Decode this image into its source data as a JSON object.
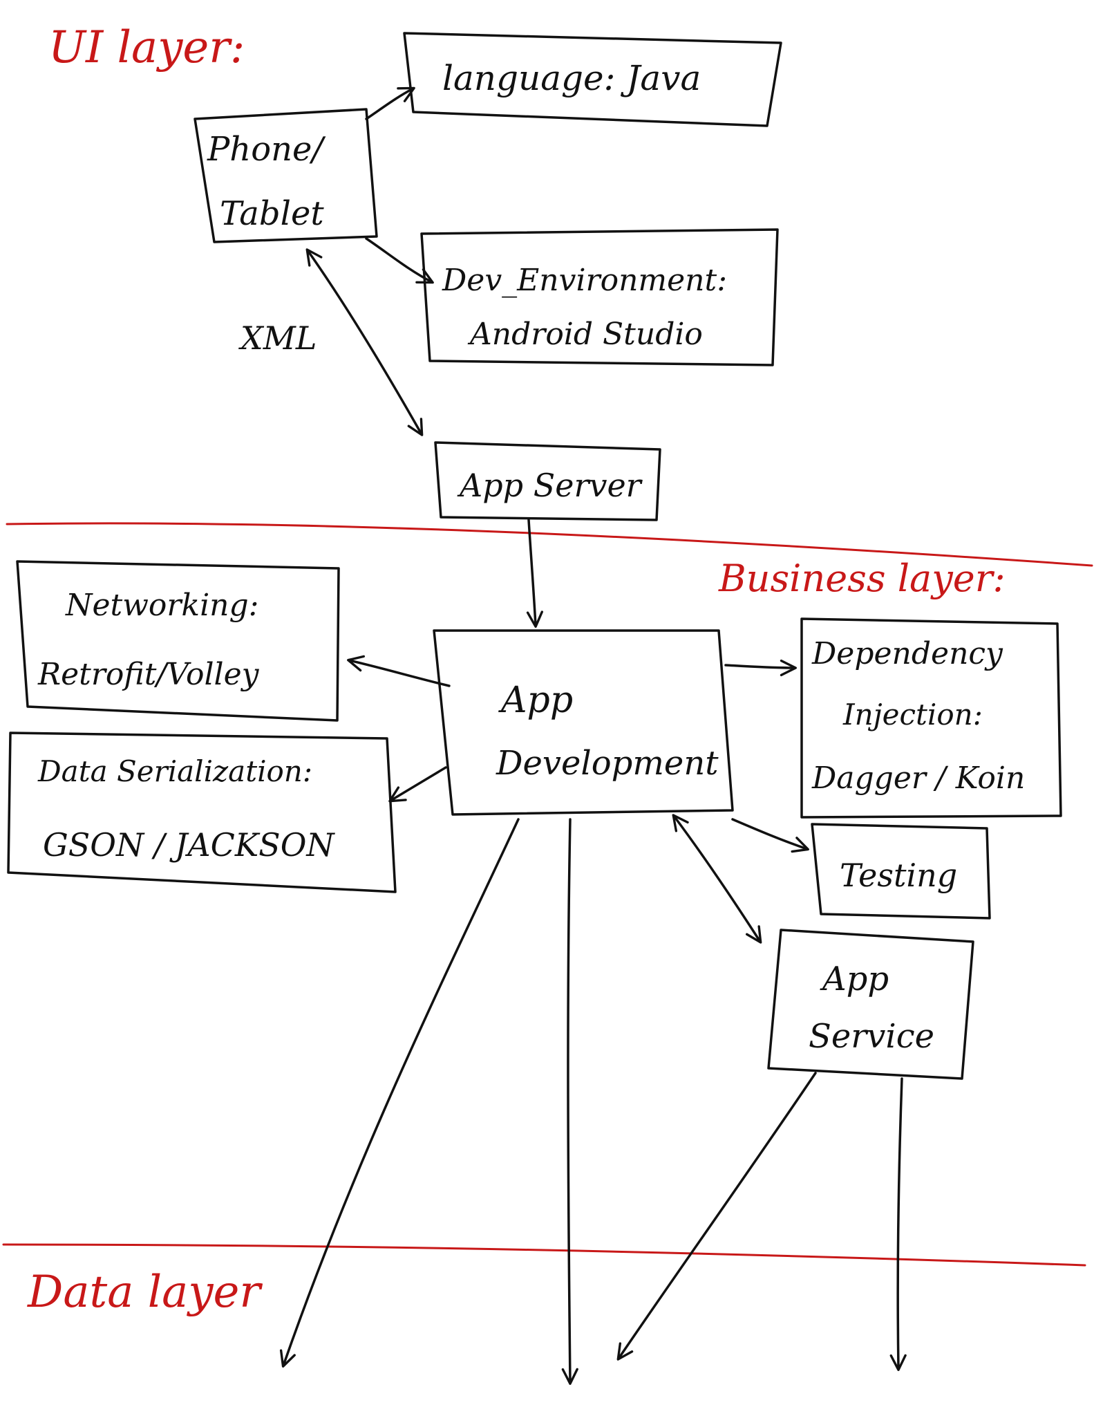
{
  "colors": {
    "ink": "#111111",
    "layer_line": "#c81818"
  },
  "layers": {
    "ui": "UI layer:",
    "business": "Business layer:",
    "data": "Data layer"
  },
  "nodes": {
    "language": {
      "line1": "language: Java"
    },
    "device": {
      "line1": "Phone/",
      "line2": "Tablet"
    },
    "dev_env": {
      "line1": "Dev_Environment:",
      "line2": "Android Studio"
    },
    "app_server": {
      "line1": "App Server"
    },
    "networking": {
      "line1": "Networking:",
      "line2": "Retrofit/Volley"
    },
    "serialization": {
      "line1": "Data Serialization:",
      "line2": "GSON / JACKSON"
    },
    "app_development": {
      "line1": "App",
      "line2": "Development"
    },
    "dependency_injection": {
      "line1": "Dependency",
      "line2": "Injection:",
      "line3": "Dagger / Koin"
    },
    "testing": {
      "line1": "Testing"
    },
    "app_service": {
      "line1": "App",
      "line2": "Service"
    }
  },
  "edges": {
    "xml_label": "XML"
  }
}
